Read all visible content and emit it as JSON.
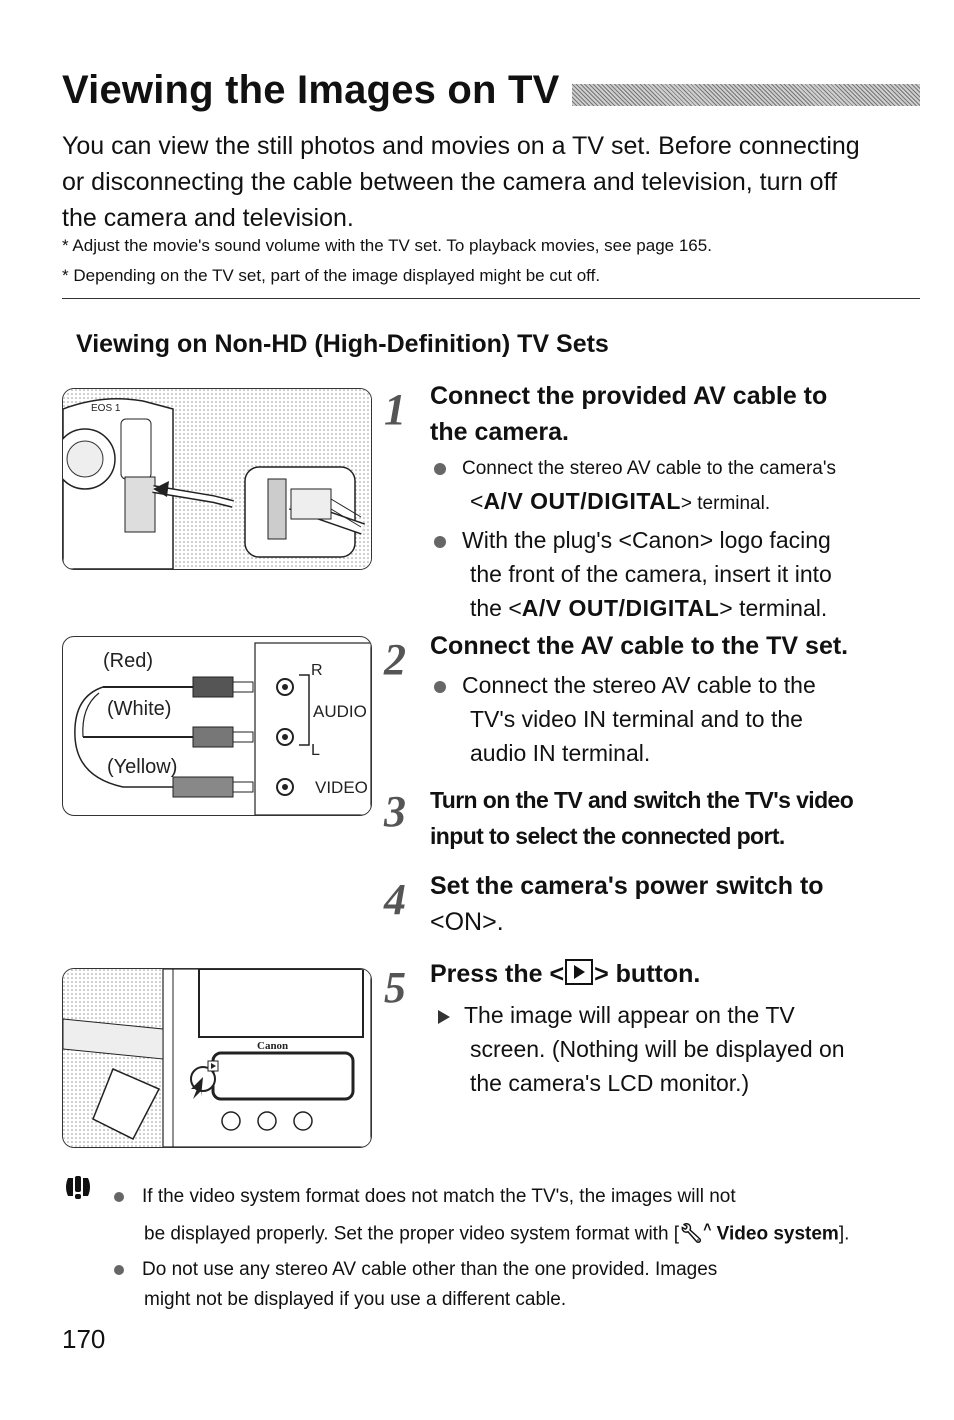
{
  "title": "Viewing the Images on TV",
  "intro": [
    "You can view the still photos and movies on a TV set. Before connecting",
    "or disconnecting the cable between the camera and television, turn off",
    "the camera and television."
  ],
  "notes": [
    "* Adjust the movie's sound volume with the TV set. To playback movies, see page 165.",
    "* Depending on the TV set, part of the image displayed might be cut off."
  ],
  "subheading": "Viewing on Non-HD (High-Definition) TV Sets",
  "steps": [
    {
      "num": "1",
      "heading": [
        "Connect the provided AV cable to",
        "the camera."
      ],
      "bullets": [
        {
          "lines": [
            "Connect the stereo AV cable to the camera's"
          ],
          "terminal_prefix": "<",
          "terminal": "A/V OUT/DIGITAL",
          "terminal_suffix": "> terminal."
        },
        {
          "lines": [
            "With the plug's <Canon> logo facing",
            "the front of the camera, insert it into"
          ],
          "terminal_prefix": "the <",
          "terminal": "A/V OUT/DIGITAL",
          "terminal_suffix": "> terminal."
        }
      ]
    },
    {
      "num": "2",
      "heading": [
        "Connect the AV cable to the TV set."
      ],
      "bullets": [
        {
          "lines": [
            "Connect the stereo AV cable to the",
            "TV's video IN terminal and to the",
            "audio IN terminal."
          ]
        }
      ]
    },
    {
      "num": "3",
      "heading": [
        "Turn on the TV and switch the TV's video",
        "input to select the connected port."
      ]
    },
    {
      "num": "4",
      "heading": [
        "Set the camera's power switch to",
        "<ON>."
      ]
    },
    {
      "num": "5",
      "heading_prefix": "Press the <",
      "heading_suffix": "> button.",
      "result": [
        "The image will appear on the TV",
        "screen. (Nothing will be displayed on",
        "the camera's LCD monitor.)"
      ]
    }
  ],
  "figure1": {
    "model_label": "EOS 1"
  },
  "figure2": {
    "cables": [
      "(Red)",
      "(White)",
      "(Yellow)"
    ],
    "ports": {
      "r": "R",
      "l": "L",
      "audio": "AUDIO",
      "video": "VIDEO"
    }
  },
  "figure3": {
    "brand": "Canon"
  },
  "cautions": [
    {
      "lines": [
        "If the video system format does not match the TV's, the images will not",
        "be displayed properly. Set the proper video system format with ["
      ],
      "menu_item": "Video system",
      "suffix": "]."
    },
    {
      "lines": [
        "Do not use any stereo AV cable other than the one provided. Images",
        "might not be displayed if you use a different cable."
      ]
    }
  ],
  "page_number": "170"
}
